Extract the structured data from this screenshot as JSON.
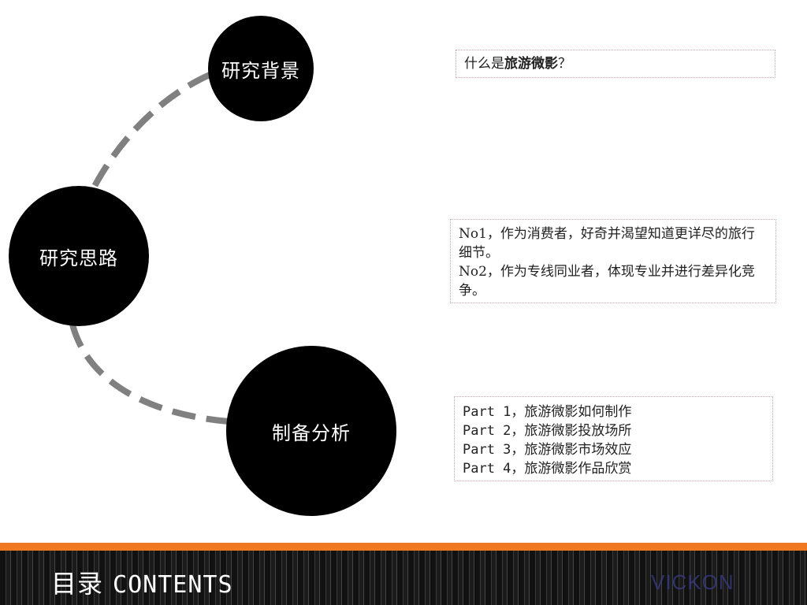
{
  "nodes": {
    "background": "研究背景",
    "main": "研究思路",
    "analysis": "制备分析"
  },
  "box1": {
    "prefix": "什么是",
    "bold": "旅游微影",
    "suffix": "？"
  },
  "box2": {
    "lines": [
      "No1，作为消费者，好奇并渴望知道更详尽的旅行细节。",
      "No2，作为专线同业者，体现专业并进行差异化竞争。"
    ]
  },
  "box3": {
    "lines": [
      "Part 1，旅游微影如何制作",
      "Part 2，旅游微影投放场所",
      "Part 3，旅游微影市场效应",
      "Part 4，旅游微影作品欣赏"
    ]
  },
  "footer": {
    "title_cn": "目录",
    "title_en": "CONTENTS",
    "watermark": "VICKON"
  },
  "colors": {
    "accent_orange": "#f07820",
    "circle": "#000000",
    "dash": "#808080"
  }
}
